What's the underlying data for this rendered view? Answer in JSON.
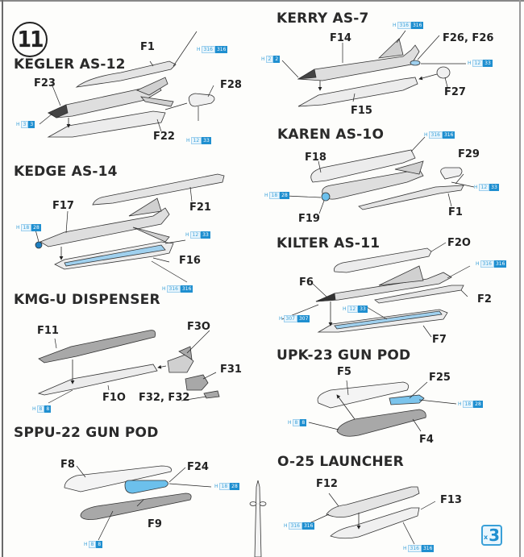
{
  "step": "11",
  "multiplier": {
    "prefix": "x",
    "value": "3"
  },
  "colors": {
    "accent": "#1f8fd0",
    "light_blue": "#9fd0ee",
    "part_grey": "#d9d9d9",
    "dark_grey": "#a8a8a8"
  },
  "sections": [
    {
      "title": "KEGLER AS-12",
      "parts": [
        "F1",
        "F23",
        "F28",
        "F22"
      ],
      "paints": [
        {
          "h": "H",
          "c1": "316",
          "c2": "316"
        },
        {
          "h": "H",
          "c1": "3",
          "c2": "3"
        },
        {
          "h": "H",
          "c1": "12",
          "c2": "33"
        }
      ]
    },
    {
      "title": "KERRY AS-7",
      "parts": [
        "F14",
        "F26, F26",
        "F27",
        "F15"
      ],
      "paints": [
        {
          "h": "H",
          "c1": "316",
          "c2": "316"
        },
        {
          "h": "H",
          "c1": "2",
          "c2": "2"
        },
        {
          "h": "H",
          "c1": "12",
          "c2": "33"
        }
      ]
    },
    {
      "title": "KAREN AS-1O",
      "parts": [
        "F18",
        "F29",
        "F19",
        "F1"
      ],
      "paints": [
        {
          "h": "H",
          "c1": "316",
          "c2": "316"
        },
        {
          "h": "H",
          "c1": "18",
          "c2": "28"
        },
        {
          "h": "H",
          "c1": "12",
          "c2": "33"
        }
      ]
    },
    {
      "title": "KEDGE AS-14",
      "parts": [
        "F17",
        "F21",
        "F16"
      ],
      "paints": [
        {
          "h": "H",
          "c1": "18",
          "c2": "28"
        },
        {
          "h": "H",
          "c1": "12",
          "c2": "33"
        },
        {
          "h": "H",
          "c1": "316",
          "c2": "316"
        }
      ]
    },
    {
      "title": "KILTER AS-11",
      "parts": [
        "F2O",
        "F6",
        "F2",
        "F7"
      ],
      "paints": [
        {
          "h": "H",
          "c1": "316",
          "c2": "316"
        },
        {
          "h": "H",
          "c1": "307",
          "c2": "307"
        },
        {
          "h": "H",
          "c1": "12",
          "c2": "33"
        }
      ]
    },
    {
      "title": "KMG-U DISPENSER",
      "parts": [
        "F11",
        "F3O",
        "F31",
        "F1O",
        "F32, F32"
      ],
      "paints": [
        {
          "h": "H",
          "c1": "8",
          "c2": "8"
        }
      ]
    },
    {
      "title": "UPK-23 GUN POD",
      "parts": [
        "F5",
        "F25",
        "F4"
      ],
      "paints": [
        {
          "h": "H",
          "c1": "18",
          "c2": "28"
        },
        {
          "h": "H",
          "c1": "8",
          "c2": "8"
        }
      ]
    },
    {
      "title": "SPPU-22 GUN POD",
      "parts": [
        "F8",
        "F24",
        "F9"
      ],
      "paints": [
        {
          "h": "H",
          "c1": "18",
          "c2": "28"
        },
        {
          "h": "H",
          "c1": "8",
          "c2": "8"
        }
      ]
    },
    {
      "title": "O-25 LAUNCHER",
      "parts": [
        "F12",
        "F13"
      ],
      "paints": [
        {
          "h": "H",
          "c1": "316",
          "c2": "316"
        },
        {
          "h": "H",
          "c1": "316",
          "c2": "316"
        }
      ]
    }
  ]
}
